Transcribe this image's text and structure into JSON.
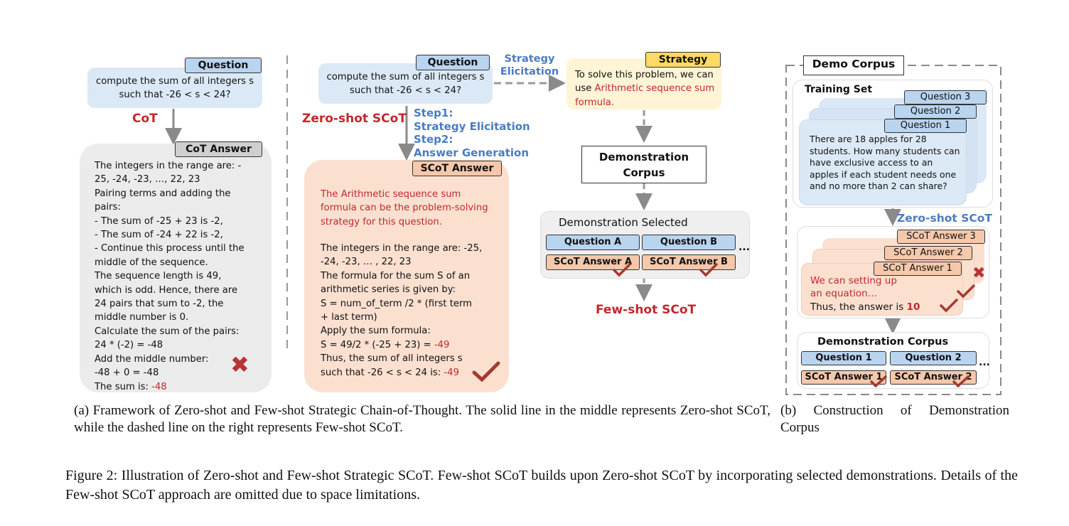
{
  "left": {
    "question_tag": "Question",
    "question_text": "compute the sum of all integers s such that -26 < s < 24?",
    "method_label": "CoT",
    "answer_tag": "CoT Answer",
    "answer_lines": [
      "The integers in the range are: -",
      "25, -24, -23, …, 22, 23",
      "Pairing terms and adding the",
      "pairs:",
      "- The sum of -25 + 23 is -2,",
      "- The sum of -24 + 22 is -2,",
      "- Continue this process until the",
      "middle of the sequence.",
      "The sequence length is 49,",
      "which is odd. Hence, there are",
      "24 pairs that sum to -2, the",
      "middle number is 0.",
      "Calculate the sum of the pairs:",
      "24 * (-2) = -48",
      "Add the middle number:",
      "-48 + 0 = -48"
    ],
    "answer_final_prefix": "The sum is: ",
    "answer_final_value": "-48",
    "result_mark": "✖"
  },
  "middle": {
    "question_tag": "Question",
    "question_text": "compute the sum of all integers s such that -26 < s < 24?",
    "method_label": "Zero-shot SCoT",
    "strategy_elicitation_label": "Strategy Elicitation",
    "steps": [
      "Step1:",
      "Strategy Elicitation",
      "Step2:",
      "Answer Generation"
    ],
    "answer_tag": "SCoT Answer",
    "strategy_text": "The Arithmetic sequence sum formula can be the problem-solving strategy for this question.",
    "answer_lines": [
      "The integers in the range are: -25,",
      "-24, -23, … , 22, 23",
      "The formula for the sum S of an",
      "arithmetic series is given by:",
      "S = num_of_term /2 * (first term",
      "+ last term)",
      "Apply the sum formula:"
    ],
    "formula_prefix": "S = 49/2 * (-25 + 23) = ",
    "formula_value": "-49",
    "final_line1": "Thus, the sum of all integers s",
    "final_line2_prefix": "such that -26 < s < 24 is:  ",
    "final_value": "-49",
    "result_mark": "✔"
  },
  "right": {
    "strategy_tag": "Strategy",
    "strategy_prefix": "To solve this problem, we can use ",
    "strategy_highlight": "Arithmetic sequence sum formula.",
    "corpus_label": "Demonstration Corpus",
    "selected_label": "Demonstration Selected",
    "question_a": "Question A",
    "question_b": "Question B",
    "answer_a": "SCoT Answer A",
    "answer_b": "SCoT Answer B",
    "ellipsis": "...",
    "method_label": "Few-shot SCoT"
  },
  "panel_b": {
    "title": "Demo Corpus",
    "training_label": "Training Set",
    "questions": [
      "Question 3",
      "Question 2",
      "Question 1"
    ],
    "training_text": "There are 18 apples for 28 students. How many students can have exclusive access to an apples if each student needs one and no more than 2 can share?",
    "method_label": "Zero-shot SCoT",
    "answers": [
      "SCoT Answer 3",
      "SCoT Answer 2",
      "SCoT Answer 1"
    ],
    "answer_text": "We can setting up an equation…",
    "answer_final_prefix": "Thus, the answer is ",
    "answer_final_value": "10",
    "corpus_label": "Demonstration Corpus",
    "corpus_questions": [
      "Question 1",
      "Question 2"
    ],
    "corpus_answers": [
      "SCoT Answer 1",
      "SCoT Answer 2"
    ],
    "ellipsis": "..."
  },
  "captions": {
    "a": "(a) Framework of Zero-shot and Few-shot Strategic Chain-of-Thought. The solid line in the middle represents Zero-shot SCoT, while the dashed line on the right represents Few-shot SCoT.",
    "b": "(b) Construction of Demonstration Corpus",
    "figure": "Figure 2: Illustration of Zero-shot and Few-shot Strategic SCoT. Few-shot SCoT builds upon Zero-shot SCoT by incorporating selected demonstrations. Details of the Few-shot SCoT approach are omitted due to space limitations."
  },
  "colors": {
    "question_fill": "#dbe9f6",
    "tag_blue": "#b9d4ef",
    "answer_gray": "#ebebeb",
    "answer_orange": "#fbe0d0",
    "strategy_fill": "#fff4d6",
    "red": "#c0282d",
    "blue": "#4a7cc1"
  }
}
